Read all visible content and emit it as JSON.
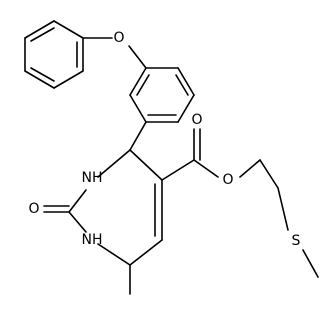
{
  "structure": {
    "atoms": [
      {
        "id": "o_ether",
        "label": "O"
      },
      {
        "id": "nh_top",
        "label": "NH"
      },
      {
        "id": "o_carbonyl_ring",
        "label": "O"
      },
      {
        "id": "nh_bottom",
        "label": "NH"
      },
      {
        "id": "o_ester_carbonyl",
        "label": "O"
      },
      {
        "id": "o_ester",
        "label": "O"
      },
      {
        "id": "s_thioether",
        "label": "S"
      }
    ],
    "colors": {
      "bond": "#000000",
      "label": "#000000",
      "background": "#ffffff"
    }
  }
}
